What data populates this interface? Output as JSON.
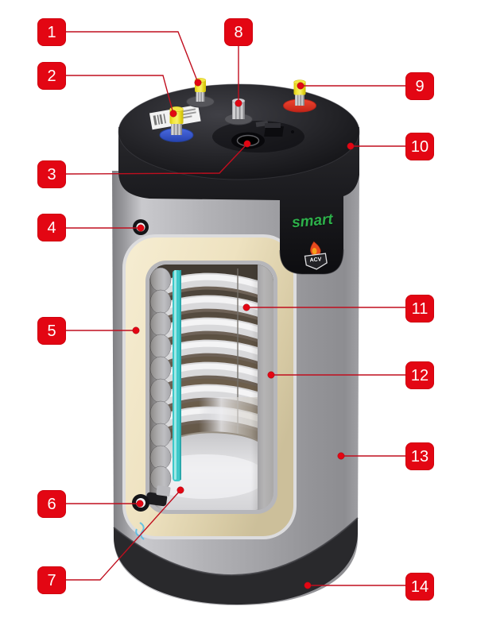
{
  "diagram": {
    "description": "Cutaway illustration of a cylindrical water heater with numbered part callouts",
    "callout_count": 14
  },
  "branding": {
    "logo_text": "smart",
    "brand_text": "ACV"
  },
  "callouts": [
    {
      "label": "1"
    },
    {
      "label": "2"
    },
    {
      "label": "3"
    },
    {
      "label": "4"
    },
    {
      "label": "5"
    },
    {
      "label": "6"
    },
    {
      "label": "7"
    },
    {
      "label": "8"
    },
    {
      "label": "9"
    },
    {
      "label": "10"
    },
    {
      "label": "11"
    },
    {
      "label": "12"
    },
    {
      "label": "13"
    },
    {
      "label": "14"
    }
  ],
  "colors": {
    "callout_red": "#e30613",
    "leader_line_red": "#c00e1e",
    "smart_green": "#2db04a",
    "insulation_cream": "#eee2c0",
    "anode_teal": "#3ec9c9",
    "body_gray": "#a9a9ad",
    "cap_black": "#17171a",
    "fitting_yellow": "#f4e83a",
    "fitting_blue": "#2f55cc",
    "fitting_red": "#df3220"
  }
}
